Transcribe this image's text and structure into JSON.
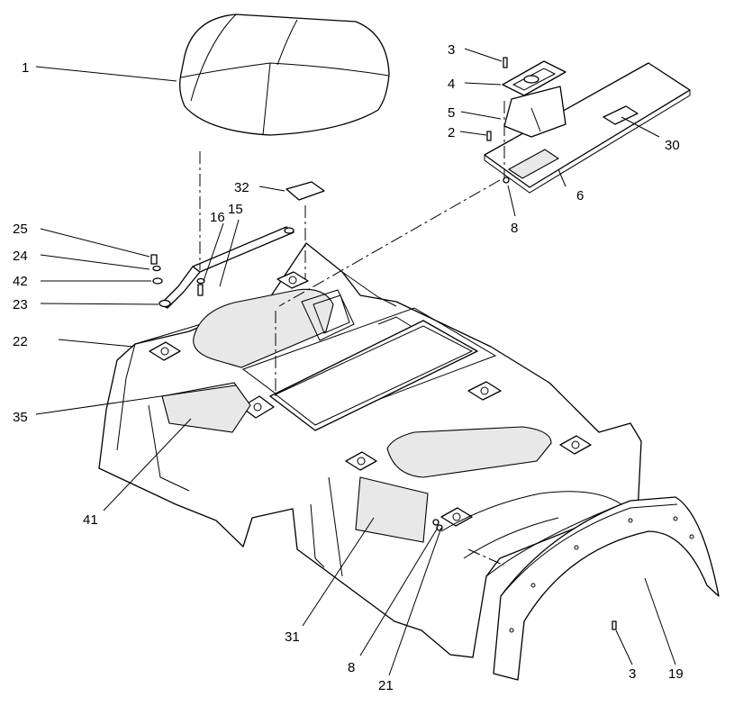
{
  "callouts": {
    "c1": "1",
    "c3a": "3",
    "c4": "4",
    "c5": "5",
    "c2": "2",
    "c30": "30",
    "c6": "6",
    "c8a": "8",
    "c32": "32",
    "c16": "16",
    "c15": "15",
    "c25": "25",
    "c24": "24",
    "c42": "42",
    "c23": "23",
    "c22": "22",
    "c35": "35",
    "c41": "41",
    "c31": "31",
    "c8b": "8",
    "c21": "21",
    "c3b": "3",
    "c19": "19"
  }
}
